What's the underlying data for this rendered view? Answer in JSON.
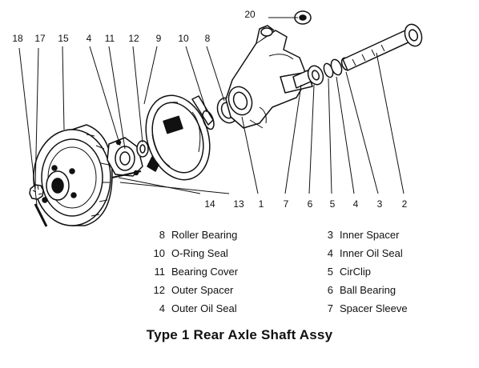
{
  "title": "Type 1  Rear Axle Shaft Assy",
  "callouts": [
    {
      "id": "c20",
      "label": "20"
    },
    {
      "id": "c18",
      "label": "18"
    },
    {
      "id": "c17",
      "label": "17"
    },
    {
      "id": "c15",
      "label": "15"
    },
    {
      "id": "c4a",
      "label": "4"
    },
    {
      "id": "c11",
      "label": "11"
    },
    {
      "id": "c12",
      "label": "12"
    },
    {
      "id": "c9",
      "label": "9"
    },
    {
      "id": "c10",
      "label": "10"
    },
    {
      "id": "c8",
      "label": "8"
    },
    {
      "id": "c14",
      "label": "14"
    },
    {
      "id": "c13",
      "label": "13"
    },
    {
      "id": "c1",
      "label": "1"
    },
    {
      "id": "c7",
      "label": "7"
    },
    {
      "id": "c6",
      "label": "6"
    },
    {
      "id": "c5",
      "label": "5"
    },
    {
      "id": "c4b",
      "label": "4"
    },
    {
      "id": "c3",
      "label": "3"
    },
    {
      "id": "c2",
      "label": "2"
    }
  ],
  "legend_left": [
    {
      "num": "8",
      "text": "Roller Bearing"
    },
    {
      "num": "10",
      "text": "O-Ring Seal"
    },
    {
      "num": "11",
      "text": "Bearing Cover"
    },
    {
      "num": "12",
      "text": "Outer Spacer"
    },
    {
      "num": "4",
      "text": "Outer Oil Seal"
    }
  ],
  "legend_right": [
    {
      "num": "3",
      "text": "Inner Spacer"
    },
    {
      "num": "4",
      "text": "Inner Oil Seal"
    },
    {
      "num": "5",
      "text": "CirClip"
    },
    {
      "num": "6",
      "text": "Ball Bearing"
    },
    {
      "num": "7",
      "text": "Spacer Sleeve"
    }
  ]
}
